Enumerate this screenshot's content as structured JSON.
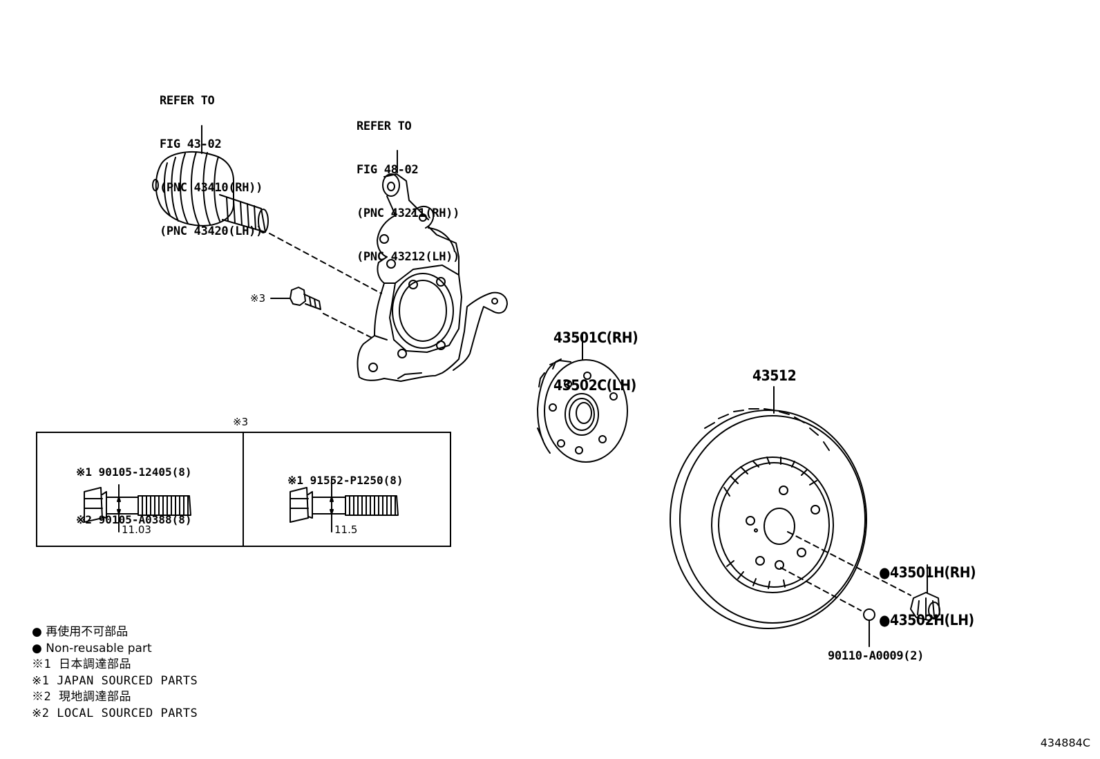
{
  "labels": {
    "ref_cv": [
      "REFER TO",
      "FIG 43-02",
      "(PNC 43410(RH))",
      "(PNC 43420(LH))"
    ],
    "ref_knuckle": [
      "REFER TO",
      "FIG 48-02",
      "(PNC 43211(RH))",
      "(PNC 43212(LH))"
    ],
    "bolt_ref": "※3",
    "hub": [
      "43501C(RH)",
      "43502C(LH)"
    ],
    "disc": "43512",
    "nut": [
      "●43501H(RH)",
      "●43502H(LH)"
    ],
    "screw": "90110-A0009(2)"
  },
  "bolt_table": {
    "title": "※3",
    "left": {
      "lines": [
        "※1 90105-12405(8)",
        "※2 90105-A0388(8)"
      ],
      "dimension": "11.03"
    },
    "right": {
      "lines": [
        "※1 91552-P1250(8)"
      ],
      "dimension": "11.5"
    }
  },
  "legend": [
    "● 再使用不可部品",
    "● Non-reusable part",
    "※1 日本調達部品",
    "※1 JAPAN SOURCED PARTS",
    "※2 現地調達部品",
    "※2 LOCAL SOURCED PARTS"
  ],
  "figure_id": "434884C"
}
